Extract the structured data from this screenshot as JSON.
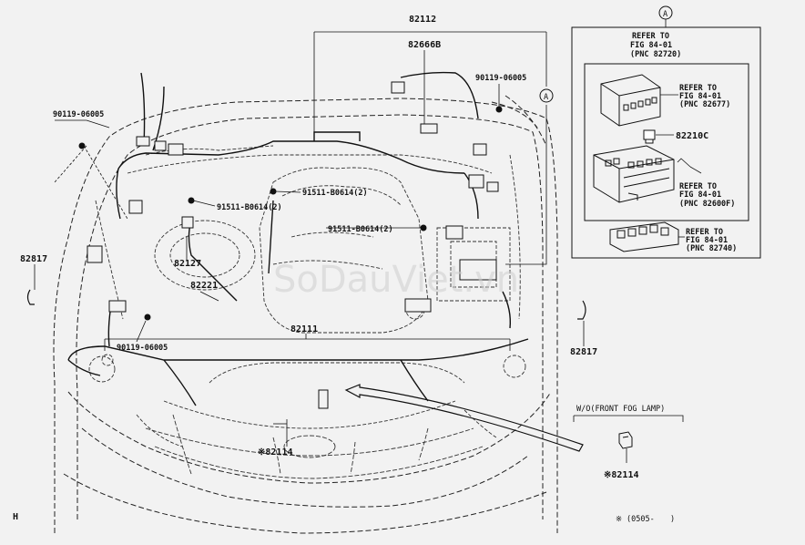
{
  "labels": {
    "p82112": "82112",
    "p82666b": "82666B",
    "bolt_90119_top_right": "90119-06005",
    "bolt_90119_top_left": "90119-06005",
    "bolt_90119_mid": "90119-06005",
    "bolt_91511_a": "91511-B0614(2)",
    "bolt_91511_b": "91511-B0614(2)",
    "bolt_91511_c": "91511-B0614(2)",
    "p82127": "82127",
    "p82221": "82221",
    "p82111": "82111",
    "p82817_left": "82817",
    "p82817_right": "82817",
    "p82114_main": "※82114",
    "p82114_inset": "※82114",
    "callout_a_top": "A",
    "callout_a_inset": "A",
    "corner_h": "H"
  },
  "relay_box": {
    "refer1": [
      "REFER TO",
      "FIG 84-01",
      "(PNC 82720)"
    ],
    "refer2": [
      "REFER TO",
      "FIG 84-01",
      "(PNC 82677)"
    ],
    "p82210c": "82210C",
    "refer3": [
      "REFER TO",
      "FIG 84-01",
      "(PNC 82600F)"
    ],
    "refer4": [
      "REFER TO",
      "FIG 84-01",
      "(PNC 82740)"
    ]
  },
  "fog_inset": {
    "title": "W/O(FRONT FOG LAMP)"
  },
  "footnote": {
    "mark": "※",
    "range": "(0505-",
    "close": ")"
  },
  "watermark": "SoDauViet.vn"
}
